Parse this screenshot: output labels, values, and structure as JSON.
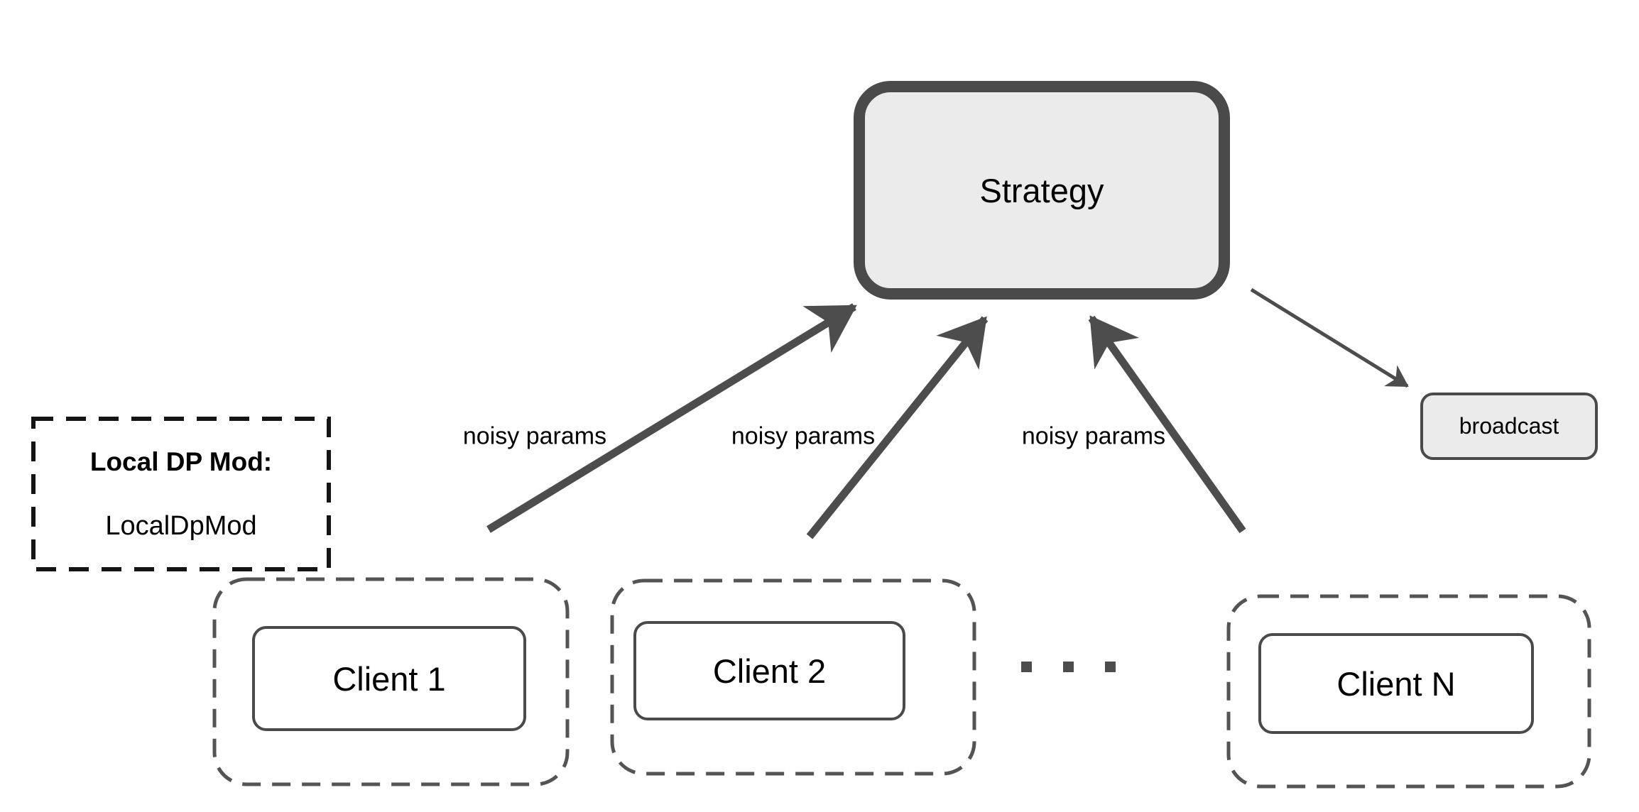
{
  "diagram": {
    "strategy": {
      "label": "Strategy"
    },
    "broadcast": {
      "label": "broadcast"
    },
    "local_dp_module": {
      "title": "Local DP Mod:",
      "class_name": "LocalDpMod"
    },
    "clients": [
      {
        "label": "Client 1"
      },
      {
        "label": "Client 2"
      },
      {
        "label": "Client N"
      }
    ],
    "edge_labels": {
      "client1_to_strategy": "noisy params",
      "client2_to_strategy": "noisy params",
      "clientN_to_strategy": "noisy params"
    }
  },
  "colors": {
    "background": "#ffffff",
    "node_fill": "#ebebeb",
    "node_border": "#4a4a4a",
    "client_fill": "#ffffff",
    "dashed_group_outline": "#545454",
    "dashed_module_outline": "#141414",
    "arrow": "#4d4d4d",
    "text": "#000000"
  }
}
